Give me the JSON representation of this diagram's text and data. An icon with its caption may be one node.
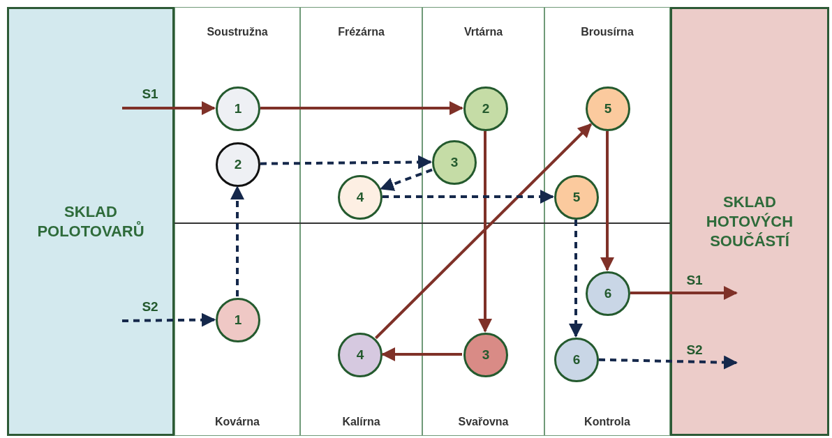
{
  "diagram": {
    "nodes": [
      {
        "text": [
          "SKLAD POLOTOVARŮ"
        ]
      },
      {
        "text": [
          "Soustružna"
        ]
      },
      {
        "text": [
          "1"
        ],
        "in": 1
      },
      {
        "text": [
          "2"
        ],
        "in": 1
      },
      {
        "text": [
          "Frézárna"
        ]
      },
      {
        "text": [
          "4"
        ],
        "in": 4
      },
      {
        "text": [
          "Vrtárna"
        ]
      },
      {
        "text": [
          "2"
        ],
        "in": 6
      },
      {
        "text": [
          "3"
        ],
        "in": 6
      },
      {
        "text": [
          "Brousírna"
        ]
      },
      {
        "text": [
          "5"
        ],
        "in": 9
      },
      {
        "text": [
          "5"
        ],
        "in": 9
      },
      {
        "text": [
          "Kovárna"
        ]
      },
      {
        "text": [
          "1"
        ],
        "in": 12
      },
      {
        "text": [
          "Kalírna"
        ]
      },
      {
        "text": [
          "4"
        ],
        "in": 14
      },
      {
        "text": [
          "Svařovna"
        ]
      },
      {
        "text": [
          "3"
        ],
        "in": 16
      },
      {
        "text": [
          "Kontrola"
        ]
      },
      {
        "text": [
          "6"
        ],
        "in": 18
      },
      {
        "text": [
          "6"
        ],
        "in": 18
      },
      {
        "text": [
          "SKLAD HOTOVÝCH SOUČÁSTÍ"
        ]
      }
    ],
    "edges": [
      {
        "from": 0,
        "to": 2,
        "arrow": "to",
        "label": "S1"
      },
      {
        "from": 2,
        "to": 7,
        "arrow": "to"
      },
      {
        "from": 7,
        "to": 17,
        "arrow": "to"
      },
      {
        "from": 17,
        "to": 15,
        "arrow": "to"
      },
      {
        "from": 15,
        "to": 10,
        "arrow": "to"
      },
      {
        "from": 10,
        "to": 19,
        "arrow": "to"
      },
      {
        "from": 19,
        "to": 21,
        "arrow": "to",
        "label": "S1"
      },
      {
        "from": 0,
        "to": 13,
        "arrow": "to",
        "label": "S2",
        "style": "dashed",
        "color": "#15284b"
      },
      {
        "from": 13,
        "to": 3,
        "arrow": "to",
        "style": "dashed",
        "color": "#15284b"
      },
      {
        "from": 3,
        "to": 8,
        "arrow": "to",
        "style": "dashed",
        "color": "#15284b"
      },
      {
        "from": 8,
        "to": 5,
        "arrow": "to",
        "style": "dashed",
        "color": "#15284b"
      },
      {
        "from": 5,
        "to": 11,
        "arrow": "to",
        "style": "dashed",
        "color": "#15284b"
      },
      {
        "from": 11,
        "to": 20,
        "arrow": "to",
        "style": "dashed",
        "color": "#15284b"
      },
      {
        "from": 20,
        "to": 21,
        "arrow": "to",
        "label": "S2",
        "style": "dashed",
        "color": "#15284b"
      }
    ]
  }
}
